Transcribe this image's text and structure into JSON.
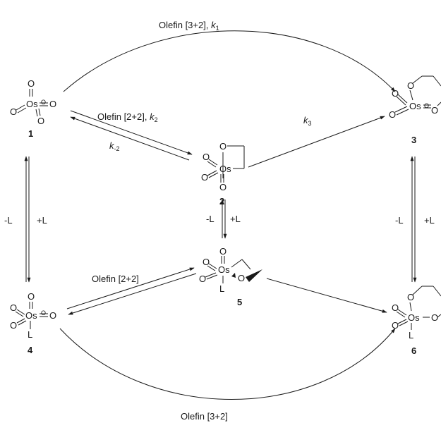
{
  "arrows": {
    "top_label_prefix": "Olefin [3+2], ",
    "top_k": "k",
    "top_k_sub": "1",
    "forward22_prefix": "Olefin [2+2], ",
    "forward22_k": "k",
    "forward22_k_sub": "2",
    "reverse_k": "k",
    "reverse_k_sub": "-2",
    "k3": "k",
    "k3_sub": "3",
    "left_minus": "-L",
    "left_plus": "+L",
    "mid_minus": "-L",
    "mid_plus": "+L",
    "right_minus": "-L",
    "right_plus": "+L",
    "lower22": "Olefin [2+2]",
    "bottom32": "Olefin [3+2]"
  },
  "compounds": {
    "c1": "1",
    "c2": "2",
    "c3": "3",
    "c4": "4",
    "c5": "5",
    "c6": "6"
  },
  "atoms": {
    "O": "O",
    "Os": "Os",
    "L": "L"
  }
}
